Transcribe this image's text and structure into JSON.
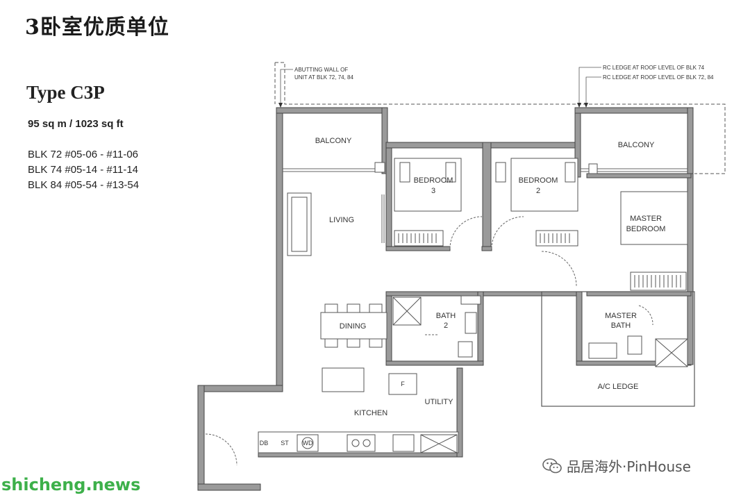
{
  "heading": "3卧室优质单位",
  "unit": {
    "type_title": "Type C3P",
    "area": "95 sq m / 1023 sq ft",
    "blocks": [
      "BLK 72 #05-06 - #11-06",
      "BLK 74 #05-14 - #11-14",
      "BLK 84 #05-54 - #13-54"
    ]
  },
  "plan": {
    "rooms": {
      "balcony_left": "BALCONY",
      "balcony_right": "BALCONY",
      "bedroom3_a": "BEDROOM",
      "bedroom3_b": "3",
      "bedroom2_a": "BEDROOM",
      "bedroom2_b": "2",
      "master_bedroom_a": "MASTER",
      "master_bedroom_b": "BEDROOM",
      "living": "LIVING",
      "dining": "DINING",
      "bath2_a": "BATH",
      "bath2_b": "2",
      "master_bath_a": "MASTER",
      "master_bath_b": "BATH",
      "ac_ledge": "A/C LEDGE",
      "kitchen": "KITCHEN",
      "utility": "UTILITY",
      "fridge": "F",
      "db": "DB",
      "st": "ST",
      "wd": "WD"
    },
    "notes": {
      "abutting_a": "ABUTTING WALL OF",
      "abutting_b": "UNIT AT BLK 72, 74, 84",
      "rc_ledge_74": "RC LEDGE AT ROOF LEVEL OF BLK 74",
      "rc_ledge_72_84": "RC LEDGE AT ROOF LEVEL OF BLK 72, 84"
    }
  },
  "watermarks": {
    "left": "shicheng.news",
    "right": "品居海外·PinHouse"
  },
  "colors": {
    "wall_fill": "#9a9a9a",
    "wall_stroke": "#444444",
    "watermark_green": "#3db04a"
  }
}
